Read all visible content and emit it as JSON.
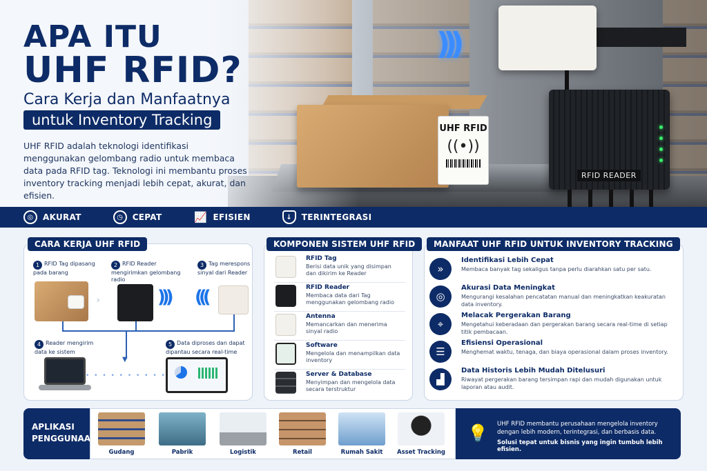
{
  "hero": {
    "title_line1": "APA ITU",
    "title_line2": "UHF RFID?",
    "subtitle_line1": "Cara Kerja dan Manfaatnya",
    "subtitle_line2": "untuk Inventory Tracking",
    "description": "UHF RFID adalah teknologi identifikasi menggunakan gelombang radio untuk membaca data pada RFID tag. Teknologi ini membantu proses inventory tracking menjadi lebih cepat, akurat, dan efisien.",
    "tag_label": "UHF RFID",
    "reader_label": "RFID READER"
  },
  "features": [
    {
      "label": "AKURAT",
      "icon": "target-icon"
    },
    {
      "label": "CEPAT",
      "icon": "clock-icon"
    },
    {
      "label": "EFISIEN",
      "icon": "chart-up-icon"
    },
    {
      "label": "TERINTEGRASI",
      "icon": "shield-icon"
    }
  ],
  "cara_kerja": {
    "title": "CARA KERJA UHF RFID",
    "steps": [
      {
        "num": "1",
        "text": "RFID Tag dipasang pada barang"
      },
      {
        "num": "2",
        "text": "RFID Reader mengirimkan gelombang radio"
      },
      {
        "num": "3",
        "text": "Tag merespons sinyal dari Reader"
      },
      {
        "num": "4",
        "text": "Reader mengirim data ke sistem"
      },
      {
        "num": "5",
        "text": "Data diproses dan dapat dipantau secara real-time"
      }
    ]
  },
  "komponen": {
    "title": "KOMPONEN SISTEM UHF RFID",
    "items": [
      {
        "title": "RFID Tag",
        "desc": "Berisi data unik yang disimpan dan dikirim ke Reader"
      },
      {
        "title": "RFID Reader",
        "desc": "Membaca data dari Tag menggunakan gelombang radio"
      },
      {
        "title": "Antenna",
        "desc": "Memancarkan dan menerima sinyal radio"
      },
      {
        "title": "Software",
        "desc": "Mengelola dan menampilkan data inventory"
      },
      {
        "title": "Server & Database",
        "desc": "Menyimpan dan mengelola data secara terstruktur"
      }
    ]
  },
  "manfaat": {
    "title": "MANFAAT UHF RFID UNTUK INVENTORY TRACKING",
    "items": [
      {
        "title": "Identifikasi Lebih Cepat",
        "desc": "Membaca banyak tag sekaligus tanpa perlu diarahkan satu per satu.",
        "icon": "fast-icon"
      },
      {
        "title": "Akurasi Data Meningkat",
        "desc": "Mengurangi kesalahan pencatatan manual dan meningkatkan keakuratan data inventory.",
        "icon": "target-icon"
      },
      {
        "title": "Melacak Pergerakan Barang",
        "desc": "Mengetahui keberadaan dan pergerakan barang secara real-time di setiap titik pembacaan.",
        "icon": "location-icon"
      },
      {
        "title": "Efisiensi Operasional",
        "desc": "Menghemat waktu, tenaga, dan biaya operasional dalam proses inventory.",
        "icon": "clipboard-icon"
      },
      {
        "title": "Data Historis Lebih Mudah Ditelusuri",
        "desc": "Riwayat pergerakan barang tersimpan rapi dan mudah digunakan untuk laporan atau audit.",
        "icon": "chart-icon"
      }
    ]
  },
  "aplikasi": {
    "title_line1": "APLIKASI",
    "title_line2": "PENGGUNAAN",
    "items": [
      "Gudang",
      "Pabrik",
      "Logistik",
      "Retail",
      "Rumah Sakit",
      "Asset Tracking"
    ]
  },
  "cta": {
    "text": "UHF RFID membantu perusahaan mengelola inventory dengan lebih modern, terintegrasi, dan berbasis data.",
    "bold": "Solusi tepat untuk bisnis yang ingin tumbuh lebih efisien."
  },
  "colors": {
    "navy": "#0d2b66",
    "accent_blue": "#3b8cff",
    "led_green": "#39f06a"
  }
}
